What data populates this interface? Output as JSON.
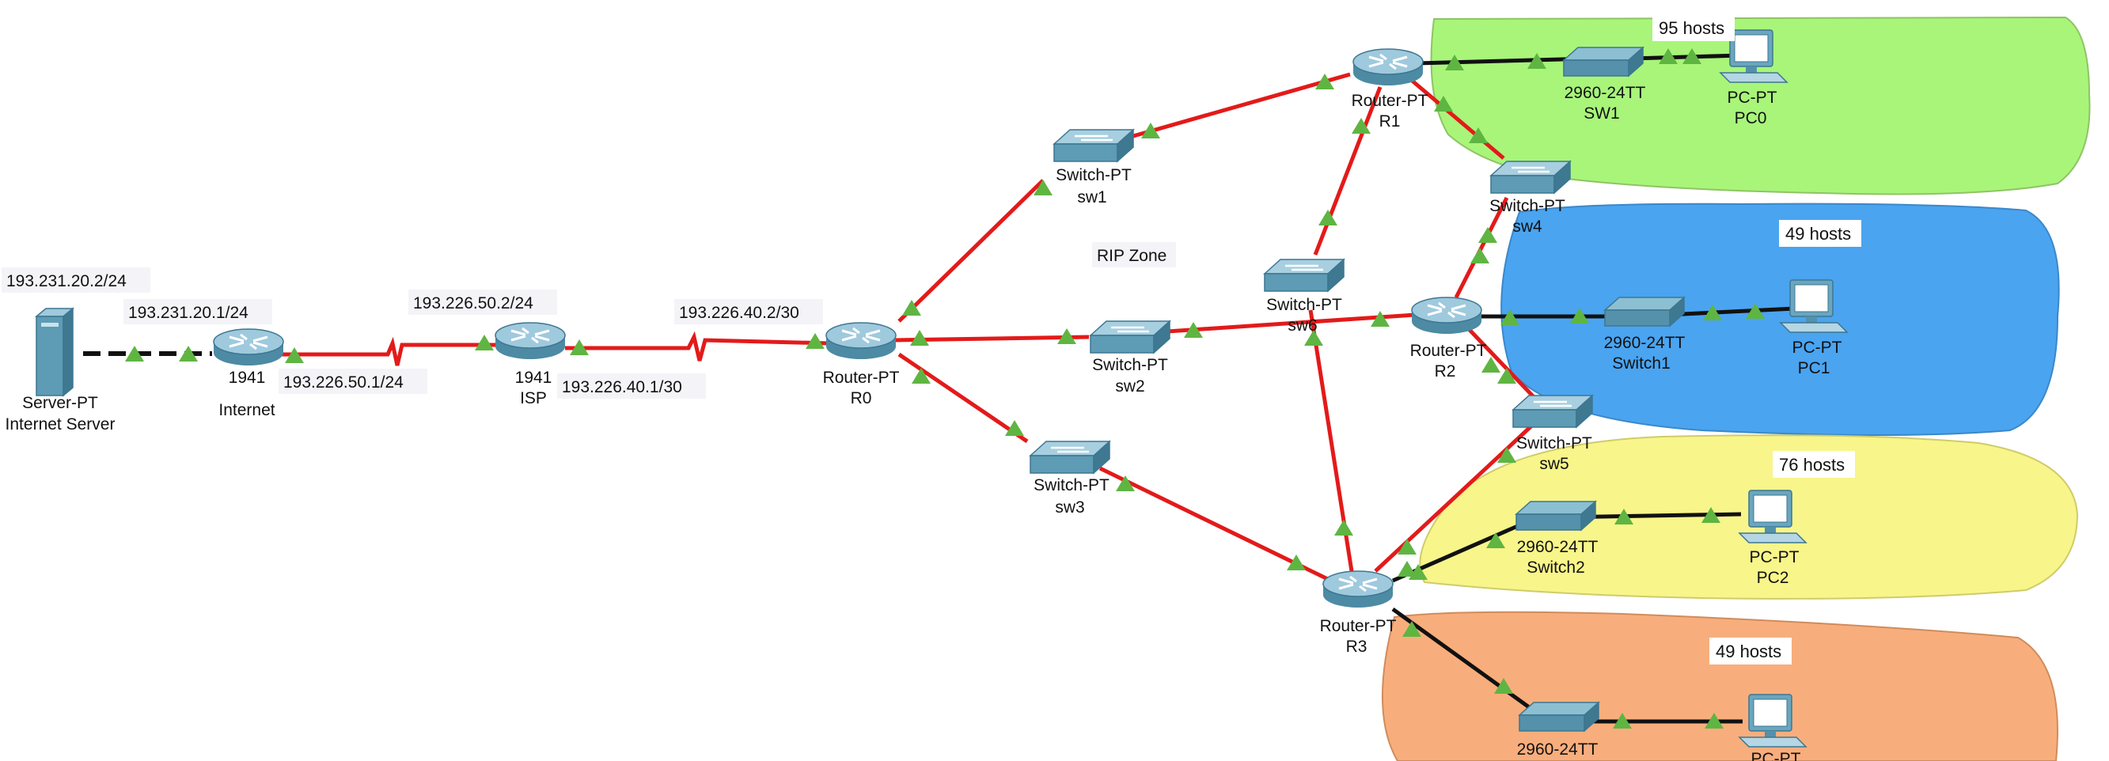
{
  "diagram": {
    "zone_label": "RIP Zone",
    "colors": {
      "serial_link": "#e31a1a",
      "ethernet_link": "#111111",
      "port_indicator": "#5fb542",
      "lan_green": "#a8f57a",
      "lan_blue": "#4aa4f0",
      "lan_yellow": "#f8f58a",
      "lan_orange": "#f8ae7c",
      "device": "#5e9bb4"
    },
    "devices": {
      "server": {
        "model": "Server-PT",
        "name": "Internet Server"
      },
      "internet": {
        "model": "1941",
        "name": "Internet"
      },
      "isp": {
        "model": "1941",
        "name": "ISP"
      },
      "r0": {
        "model": "Router-PT",
        "name": "R0"
      },
      "r1": {
        "model": "Router-PT",
        "name": "R1"
      },
      "r2": {
        "model": "Router-PT",
        "name": "R2"
      },
      "r3": {
        "model": "Router-PT",
        "name": "R3"
      },
      "sw1": {
        "model": "Switch-PT",
        "name": "sw1"
      },
      "sw2": {
        "model": "Switch-PT",
        "name": "sw2"
      },
      "sw3": {
        "model": "Switch-PT",
        "name": "sw3"
      },
      "sw4": {
        "model": "Switch-PT",
        "name": "sw4"
      },
      "sw5": {
        "model": "Switch-PT",
        "name": "sw5"
      },
      "sw6": {
        "model": "Switch-PT",
        "name": "sw6"
      },
      "lan_sw1": {
        "model": "2960-24TT",
        "name": "SW1"
      },
      "lan_switch1": {
        "model": "2960-24TT",
        "name": "Switch1"
      },
      "lan_switch2": {
        "model": "2960-24TT",
        "name": "Switch2"
      },
      "lan_switch3": {
        "model": "2960-24TT",
        "name": ""
      },
      "pc0": {
        "model": "PC-PT",
        "name": "PC0"
      },
      "pc1": {
        "model": "PC-PT",
        "name": "PC1"
      },
      "pc2": {
        "model": "PC-PT",
        "name": "PC2"
      },
      "pc3": {
        "model": "PC-PT",
        "name": ""
      }
    },
    "addresses": {
      "server_ip": "193.231.20.2/24",
      "internet_lan": "193.231.20.1/24",
      "internet_wan": "193.226.50.1/24",
      "isp_wan": "193.226.50.2/24",
      "isp_r0": "193.226.40.1/30",
      "r0_isp": "193.226.40.2/30"
    },
    "lans": {
      "green_hosts": "95 hosts",
      "blue_hosts": "49 hosts",
      "yellow_hosts": "76 hosts",
      "orange_hosts": "49 hosts"
    }
  }
}
